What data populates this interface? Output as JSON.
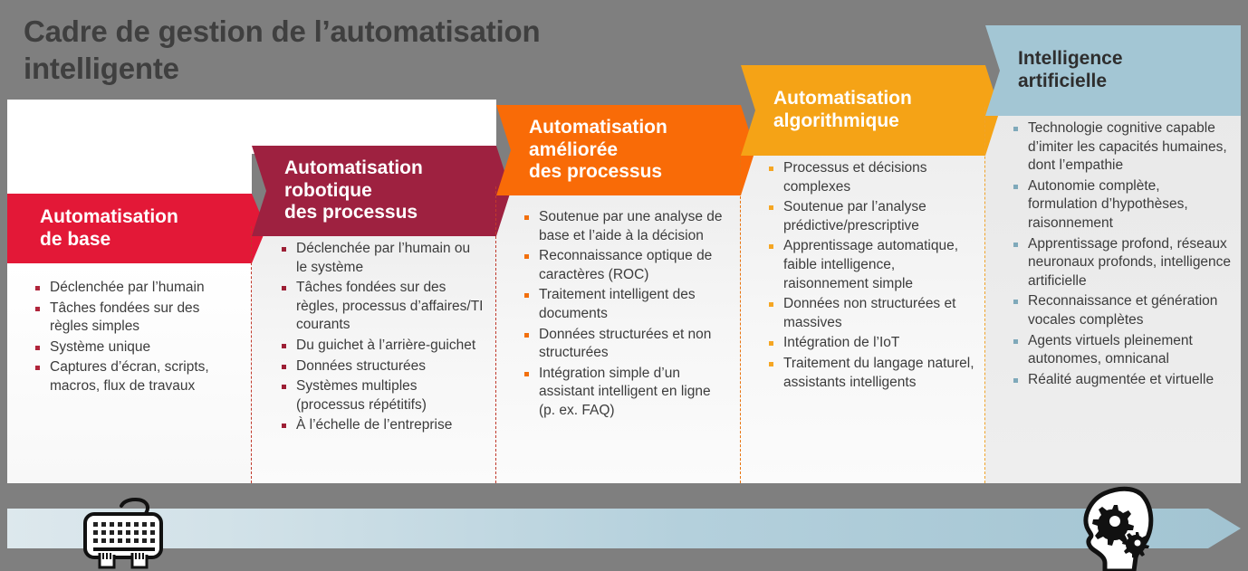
{
  "slide": {
    "title": "Cadre de gestion de l’automatisation\nintelligente",
    "background_color": "#7f7f7f"
  },
  "columns": [
    {
      "id": "automatisation-de-base",
      "heading": "Automatisation\nde base",
      "banner_color": "#e31837",
      "accent_color": "#b0253b",
      "bullets": [
        "Déclenchée par l’humain",
        "Tâches fondées sur des règles simples",
        "Système unique",
        "Captures d’écran, scripts, macros, flux de travaux"
      ]
    },
    {
      "id": "automatisation-robotique-des-processus",
      "heading": "Automatisation\nrobotique\ndes processus",
      "banner_color": "#9e2140",
      "accent_color": "#9d1f35",
      "bullets": [
        "Déclenchée par l’humain ou le système",
        "Tâches fondées sur des règles,  processus d’affaires/TI courants",
        "Du guichet à l’arrière-guichet",
        "Données structurées",
        "Systèmes multiples (processus répétitifs)",
        "À l’échelle de l’entreprise"
      ]
    },
    {
      "id": "automatisation-amelioree-des-processus",
      "heading": "Automatisation\naméliorée\ndes processus",
      "banner_color": "#f96b07",
      "accent_color": "#f26f0d",
      "bullets": [
        "Soutenue par une analyse de base et l’aide à la décision",
        "Reconnaissance optique de caractères (ROC)",
        "Traitement intelligent des documents",
        "Données structurées et non structurées",
        "Intégration simple d’un assistant intelligent en ligne (p. ex. FAQ)"
      ]
    },
    {
      "id": "automatisation-algorithmique",
      "heading": "Automatisation\nalgorithmique",
      "banner_color": "#f5a316",
      "accent_color": "#f5a623",
      "bullets": [
        "Processus et décisions complexes",
        "Soutenue par l’analyse prédictive/prescriptive",
        "Apprentissage automatique, faible intelligence, raisonnement simple",
        "Données non structurées et massives",
        "Intégration de l’IoT",
        "Traitement du langage naturel,  assistants intelligents"
      ]
    },
    {
      "id": "intelligence-artificielle",
      "heading": "Intelligence\nartificielle",
      "banner_color": "#a3c6d4",
      "accent_color": "#7fa9ba",
      "bullets": [
        "Technologie cognitive capable d’imiter les capacités humaines, dont l’empathie",
        "Autonomie complète, formulation d’hypothèses, raisonnement",
        "Apprentissage profond, réseaux neuronaux profonds, intelligence artificielle",
        "Reconnaissance et génération vocales complètes",
        "Agents virtuels pleinement autonomes, omnicanal",
        "Réalité augmentée et virtuelle"
      ]
    }
  ],
  "progression_arrow": {
    "direction": "right",
    "gradient_from": "#dde8ed",
    "gradient_to": "#a2c4d2",
    "start_icon": "keyboard-hands-icon",
    "end_icon": "head-with-gears-icon"
  }
}
